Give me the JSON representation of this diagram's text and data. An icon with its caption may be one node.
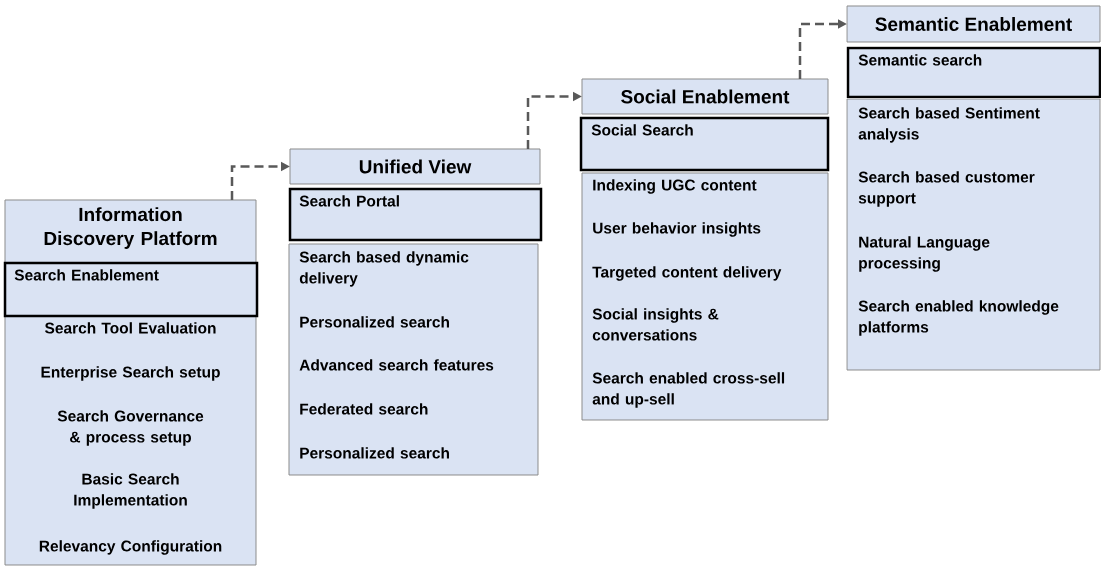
{
  "diagram": {
    "nodes": [
      {
        "text": [
          "Information Discovery Platform",
          "Search Tool Evaluation",
          "Enterprise Search setup",
          "Search Governance & process setup",
          "Basic Search Implementation",
          "Relevancy Configuration"
        ]
      },
      {
        "text": [
          "Search Enablement"
        ],
        "in": 0
      },
      {
        "text": [
          "Unified View"
        ]
      },
      {
        "text": [
          "Search Portal"
        ]
      },
      {
        "text": [
          "Search based dynamic delivery",
          "Personalized search",
          "Advanced search features",
          "Federated search",
          "Personalized search"
        ]
      },
      {
        "text": [
          "Social Enablement"
        ]
      },
      {
        "text": [
          "Social Search"
        ]
      },
      {
        "text": [
          "Indexing UGC content",
          "User behavior insights",
          "Targeted content delivery",
          "Social insights & conversations",
          "Search enabled cross-sell and up-sell"
        ]
      },
      {
        "text": [
          "Semantic Enablement"
        ]
      },
      {
        "text": [
          "Semantic search"
        ]
      },
      {
        "text": [
          "Search based Sentiment analysis",
          "Search based customer support",
          "Natural Language processing",
          "Search enabled knowledge platforms"
        ]
      }
    ],
    "edges": [
      {
        "from": 0,
        "to": 2,
        "arrow": "to",
        "style": "dashed"
      },
      {
        "from": 2,
        "to": 5,
        "arrow": "to",
        "style": "dashed"
      },
      {
        "from": 5,
        "to": 8,
        "arrow": "to",
        "style": "dashed"
      }
    ]
  }
}
